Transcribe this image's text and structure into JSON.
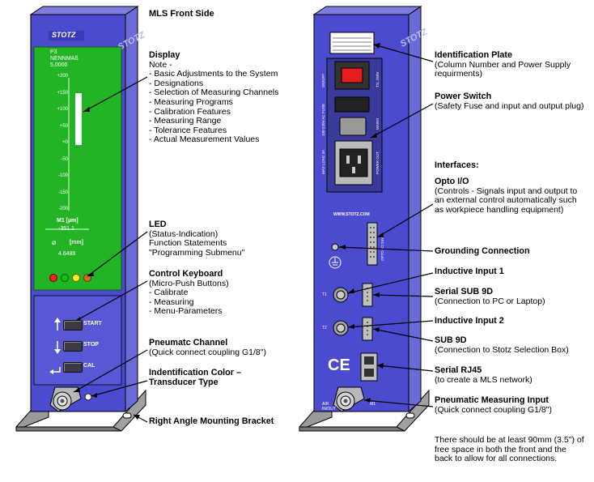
{
  "front": {
    "heading": "MLS Front Side",
    "brand": "STOTZ",
    "display": {
      "line1": "P3",
      "line2": "NENNMAß",
      "line3": "5,0000",
      "scale_ticks": [
        "+200",
        "+150",
        "+100",
        "+50",
        "+0",
        "-50",
        "-100",
        "-150",
        "-200"
      ],
      "m1_label": "M1 [µm]",
      "m1_value": "-351.1",
      "diam_unit": "[mm]",
      "diam_value": "4.6489"
    },
    "keys": [
      "START",
      "STOP",
      "CAL"
    ],
    "callouts": [
      {
        "title": "Display",
        "lines": [
          "Note -",
          "- Basic Adjustments to the System",
          "- Designations",
          "- Selection of Measuring Channels",
          "- Measuring Programs",
          "- Calibration Features",
          "- Measuring Range",
          "- Tolerance Features",
          "- Actual Measurement Values"
        ]
      },
      {
        "title": "LED",
        "lines": [
          "(Status-Indication)",
          "Function Statements",
          "\"Programming Submenu\""
        ]
      },
      {
        "title": "Control Keyboard",
        "lines": [
          "(Micro-Push Buttons)",
          "- Calibrate",
          "- Measuring",
          "- Menu-Parameters"
        ]
      },
      {
        "title": "Pneumatc Channel",
        "lines": [
          "(Quick connect coupling G1/8\")"
        ]
      },
      {
        "title": "Indentification Color –",
        "lines": [
          "Transducer Type"
        ]
      },
      {
        "title": "Right Angle Mounting Bracket",
        "lines": []
      }
    ]
  },
  "back": {
    "website": "WWW.STOTZ.COM",
    "ce_mark": "CE",
    "port_labels": {
      "t1": "T1",
      "t2": "T2",
      "air": "AIR IN/OUT",
      "mp": "M1"
    },
    "callouts": [
      {
        "title": "Identification Plate",
        "lines": [
          "(Column Number and Power Supply",
          "requirments)"
        ]
      },
      {
        "title": "Power Switch",
        "lines": [
          "(Safety Fuse and input and output plug)"
        ]
      },
      {
        "title": "Interfaces:",
        "lines": []
      },
      {
        "title": "Opto I/O",
        "lines": [
          "(Controls - Signals input and output to",
          "an external control automatically such",
          "as workpiece handling equipment)"
        ]
      },
      {
        "title": "Grounding Connection",
        "lines": []
      },
      {
        "title": "Inductive Input 1",
        "lines": []
      },
      {
        "title": "Serial SUB 9D",
        "lines": [
          "(Connection to PC or Laptop)"
        ]
      },
      {
        "title": "Inductive Input 2",
        "lines": []
      },
      {
        "title": "SUB 9D",
        "lines": [
          "(Connection to Stotz Selection Box)"
        ]
      },
      {
        "title": "Serial RJ45",
        "lines": [
          "(to create a MLS network)"
        ]
      },
      {
        "title": "Pneumatic Measuring Input",
        "lines": [
          "(Quick connect coupling G1/8\")"
        ]
      }
    ],
    "note": [
      "There should be at least 90mm (3.5\") of",
      "free space in both the front and the",
      "back to allow for all connections."
    ]
  },
  "colors": {
    "panel": "#4b4bd0",
    "panel_dark": "#2a2a8a",
    "side": "#6b6bd8",
    "display": "#22b424",
    "key_area": "#5858d4",
    "bracket": "#8a8a8a"
  }
}
